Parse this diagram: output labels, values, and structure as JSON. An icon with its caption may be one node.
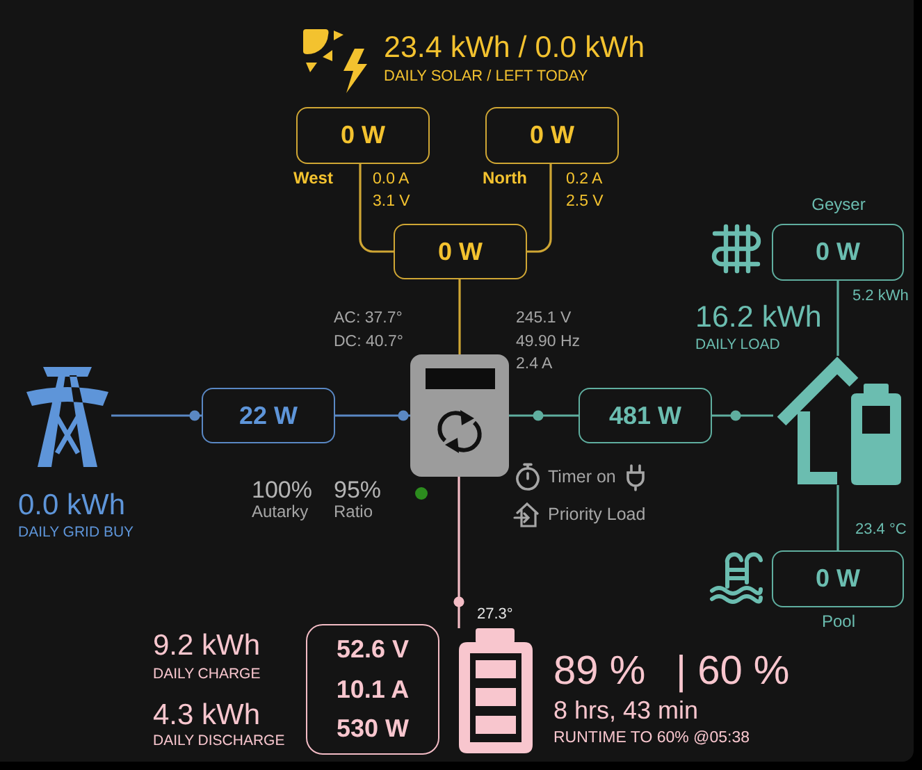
{
  "diagram": {
    "nodes": [
      {
        "text": [
          "0 W"
        ],
        "beside": [
          "West",
          "0.0 A 3.1 V"
        ]
      },
      {
        "text": [
          "0 W"
        ],
        "beside": [
          "North",
          "0.2 A 2.5 V"
        ]
      },
      {
        "text": [
          "0 W"
        ]
      },
      {
        "text": [],
        "shape": "picture",
        "beside": [
          "AC: 37.7° DC: 40.7°",
          "245.1 V 49.90 Hz 2.4 A"
        ]
      },
      {
        "text": [
          "22 W"
        ]
      },
      {
        "text": [],
        "shape": "picture",
        "beside": [
          "0.0 kWh",
          "DAILY GRID BUY"
        ]
      },
      {
        "text": [
          "481 W"
        ]
      },
      {
        "text": [],
        "shape": "picture",
        "beside": [
          "16.2 kWh",
          "DAILY LOAD"
        ]
      },
      {
        "text": [
          "0 W"
        ],
        "beside": [
          "Geyser",
          "5.2 kWh"
        ]
      },
      {
        "text": [
          "0 W"
        ],
        "beside": [
          "23.4 °C",
          "Pool"
        ]
      },
      {
        "text": [
          "52.6 V",
          "10.1 A",
          "530 W"
        ]
      },
      {
        "text": [],
        "shape": "picture",
        "beside": [
          "27.3°",
          "89 %",
          "| 60 %",
          "8 hrs, 43 min",
          "RUNTIME TO 60% @05:38"
        ]
      }
    ],
    "edges": [
      {
        "from": 0,
        "to": 2,
        "arrow": "none",
        "color": "#cfa634"
      },
      {
        "from": 1,
        "to": 2,
        "arrow": "none",
        "color": "#cfa634"
      },
      {
        "from": 2,
        "to": 3,
        "arrow": "none",
        "color": "#cfa634"
      },
      {
        "from": 5,
        "to": 4,
        "arrow": "other",
        "color": "#5a88c4"
      },
      {
        "from": 4,
        "to": 3,
        "arrow": "other",
        "color": "#5a88c4"
      },
      {
        "from": 3,
        "to": 6,
        "arrow": "other"
      },
      {
        "from": 6,
        "to": 7,
        "arrow": "other"
      },
      {
        "from": 7,
        "to": 8,
        "arrow": "none"
      },
      {
        "from": 7,
        "to": 9,
        "arrow": "none"
      },
      {
        "from": 3,
        "to": 11,
        "arrow": "other",
        "color": "#f3bcc5"
      }
    ],
    "labels": [
      "23.4 kWh / 0.0 kWh",
      "DAILY SOLAR / LEFT TODAY",
      "100%",
      "Autarky",
      "95%",
      "Ratio",
      "Timer on",
      "Priority Load",
      "9.2 kWh",
      "DAILY CHARGE",
      "4.3 kWh",
      "DAILY DISCHARGE"
    ]
  }
}
